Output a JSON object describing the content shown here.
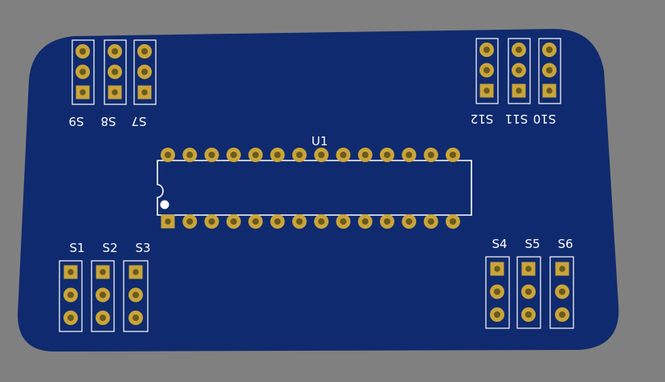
{
  "colors": {
    "background": "#808080",
    "board": "#0f2a6e",
    "silkscreen": "#ffffff",
    "pad_copper": "#c9a43a",
    "pad_hole": "#6b5a1e"
  },
  "chip": {
    "reference": "U1",
    "pins_per_row": 14
  },
  "headers_top": [
    {
      "label": "S9",
      "pins": 3
    },
    {
      "label": "S8",
      "pins": 3
    },
    {
      "label": "S7",
      "pins": 3
    },
    {
      "label": "S12",
      "pins": 3
    },
    {
      "label": "S11",
      "pins": 3
    },
    {
      "label": "S10",
      "pins": 3
    }
  ],
  "headers_bottom": [
    {
      "label": "S1",
      "pins": 3
    },
    {
      "label": "S2",
      "pins": 3
    },
    {
      "label": "S3",
      "pins": 3
    },
    {
      "label": "S4",
      "pins": 3
    },
    {
      "label": "S5",
      "pins": 3
    },
    {
      "label": "S6",
      "pins": 3
    }
  ]
}
